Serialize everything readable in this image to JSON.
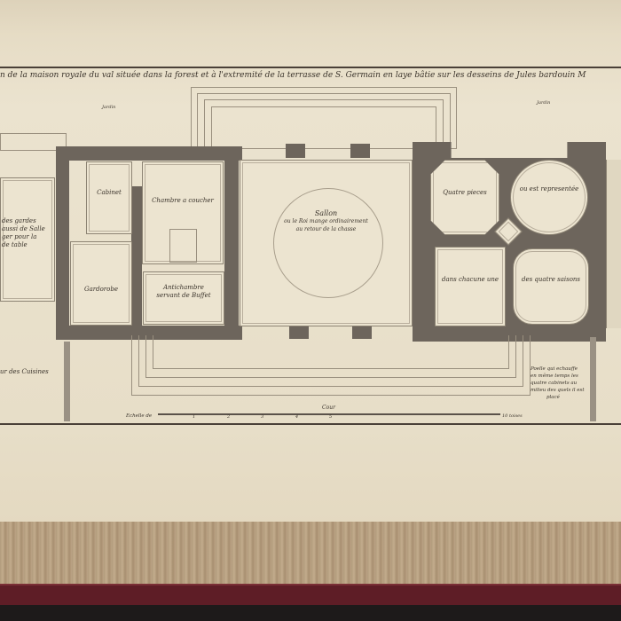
{
  "title": "n de la maison royale du val située dans la forest et à l'extremité de la terrasse de S. Germain en laye bâtie sur les desseins de Jules bardouin M",
  "labels": {
    "jardin_left": "Jardin",
    "jardin_right": "Jardin",
    "gardes": [
      "des gardes",
      "aussi de Salle",
      "ger pour la",
      "de table"
    ],
    "cabinet": "Cabinet",
    "chambre": "Chambre a coucher",
    "gardorobe": "Gardorobe",
    "antichambre": [
      "Antichambre",
      "servant de Buffet"
    ],
    "sallon": [
      "Sallon",
      "ou le Roi mange ordinairement",
      "au retour de la chasse"
    ],
    "quatre_pieces": "Quatre pieces",
    "representee": "ou est representée",
    "chacune": "dans chacune une",
    "saisons": "des quatre saisons",
    "cuisines": "ur des Cuisines",
    "poelle": [
      "Poelle qui echauffe",
      "en même temps les",
      "quatre cabinets au",
      "milieu des quels il est",
      "placé"
    ],
    "cour": "Cour"
  },
  "scale": {
    "label": "Echelle de",
    "ticks": [
      "1",
      "2",
      "3",
      "4",
      "5"
    ],
    "end": "10 toises"
  }
}
